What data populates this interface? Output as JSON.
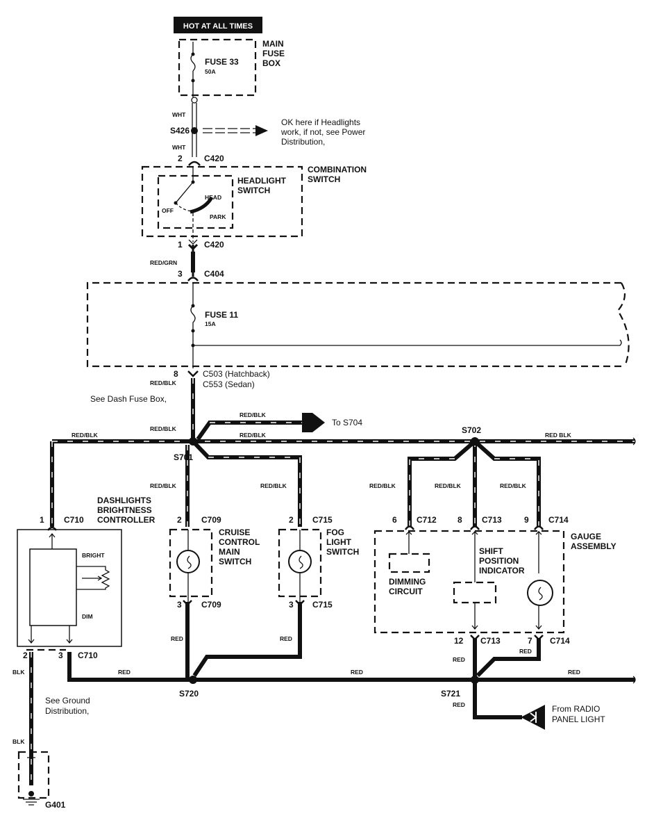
{
  "header": {
    "hot_label": "HOT AT ALL TIMES"
  },
  "main_fuse_box": {
    "title_lines": [
      "MAIN",
      "FUSE",
      "BOX"
    ],
    "fuse": "FUSE 33",
    "rating": "50A"
  },
  "s426": {
    "splice": "S426",
    "wire_top": "WHT",
    "wire_bottom": "WHT",
    "note_lines": [
      "OK here if Headlights",
      "work, if not, see Power",
      "Distribution,"
    ]
  },
  "combination_switch": {
    "title_lines": [
      "COMBINATION",
      "SWITCH"
    ],
    "headlight_lines": [
      "HEADLIGHT",
      "SWITCH"
    ],
    "pos_head": "HEAD",
    "pos_off": "OFF",
    "pos_park": "PARK",
    "in_pin": "2",
    "in_conn": "C420",
    "out_pin": "1",
    "out_conn": "C420"
  },
  "dash_fuse": {
    "wire": "RED/GRN",
    "in_pin": "3",
    "in_conn": "C404",
    "fuse": "FUSE 11",
    "rating": "15A",
    "out_pin": "8",
    "out_wire": "RED/BLK",
    "conn_hatch": "C503 (Hatchback)",
    "conn_sedan": "C553 (Sedan)",
    "note": "See Dash Fuse Box,"
  },
  "bus": {
    "s701": "S701",
    "s702": "S702",
    "wire_main": "RED/BLK",
    "wire_left": "RED/BLK",
    "wire_right": "RED/BLK",
    "wire_far_right": "RED BLK",
    "to_s704_wire": "RED/BLK",
    "to_s704": "To S704"
  },
  "controller": {
    "title_lines": [
      "DASHLIGHTS",
      "BRIGHTNESS",
      "CONTROLLER"
    ],
    "in_pin": "1",
    "in_conn": "C710",
    "bright": "BRIGHT",
    "dim": "DIM",
    "out_pin_a": "2",
    "out_pin_b": "3",
    "out_conn": "C710",
    "ground_wire": "BLK",
    "ground_wire2": "BLK",
    "ground_note_lines": [
      "See Ground",
      "Distribution,"
    ],
    "ground": "G401"
  },
  "cruise": {
    "wire": "RED/BLK",
    "in_pin": "2",
    "in_conn": "C709",
    "title_lines": [
      "CRUISE",
      "CONTROL",
      "MAIN",
      "SWITCH"
    ],
    "out_pin": "3",
    "out_conn": "C709",
    "out_wire": "RED"
  },
  "fog": {
    "wire": "RED/BLK",
    "in_pin": "2",
    "in_conn": "C715",
    "title_lines": [
      "FOG",
      "LIGHT",
      "SWITCH"
    ],
    "out_pin": "3",
    "out_conn": "C715",
    "out_wire": "RED"
  },
  "gauge": {
    "title_lines": [
      "GAUGE",
      "ASSEMBLY"
    ],
    "wires": [
      "RED/BLK",
      "RED/BLK",
      "RED/BLK"
    ],
    "pins_in": [
      {
        "pin": "6",
        "conn": "C712"
      },
      {
        "pin": "8",
        "conn": "C713"
      },
      {
        "pin": "9",
        "conn": "C714"
      }
    ],
    "dimming_lines": [
      "DIMMING",
      "CIRCUIT"
    ],
    "shift_lines": [
      "SHIFT",
      "POSITION",
      "INDICATOR"
    ],
    "pins_out": [
      {
        "pin": "12",
        "conn": "C713"
      },
      {
        "pin": "7",
        "conn": "C714"
      }
    ],
    "wire_12": "RED",
    "wire_7": "RED"
  },
  "ground_bus": {
    "s720": "S720",
    "s721": "S721",
    "wire_left": "RED",
    "wire_mid": "RED",
    "wire_right": "RED",
    "wire_down": "RED",
    "radio_lines": [
      "From RADIO",
      "PANEL LIGHT"
    ]
  }
}
